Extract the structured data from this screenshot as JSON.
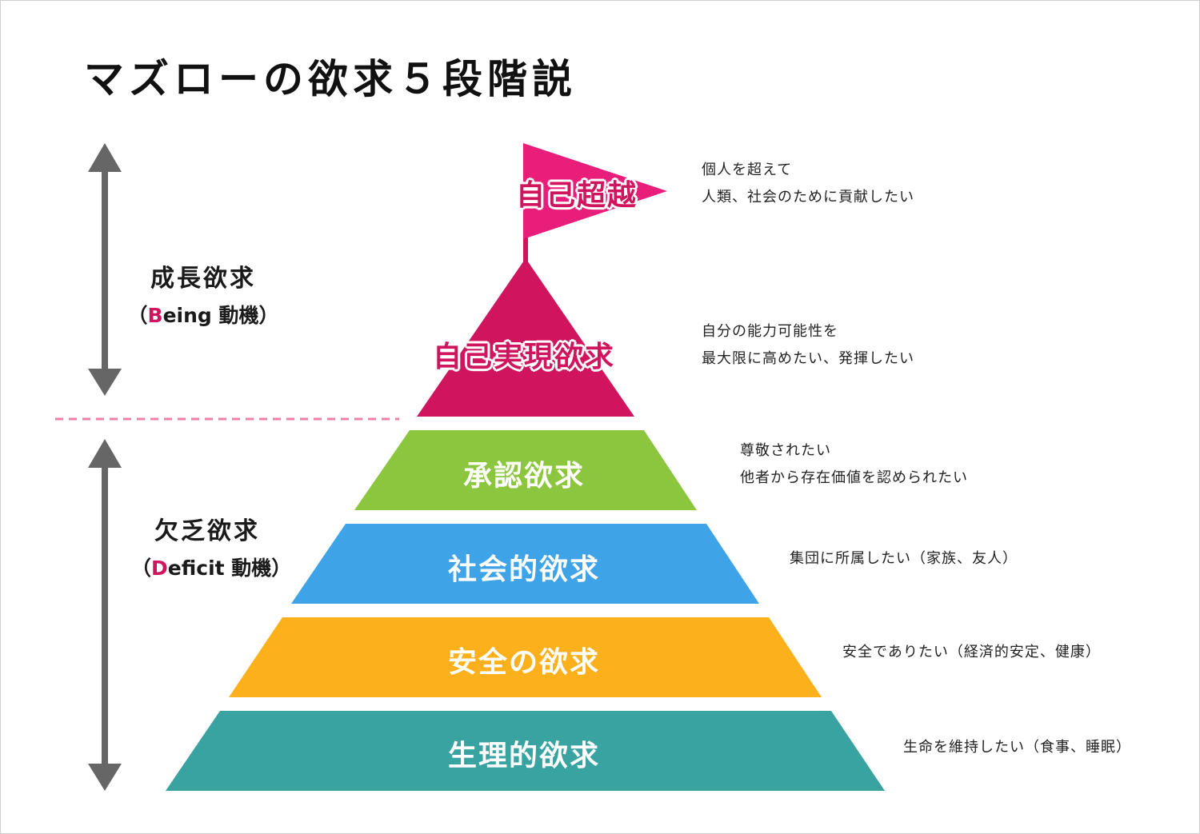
{
  "title": "マズローの欲求５段階説",
  "groups": {
    "being": {
      "label": "成長欲求",
      "sub_open": "（",
      "sub_key": "B",
      "sub_rest": "eing 動機）"
    },
    "deficit": {
      "label": "欠乏欲求",
      "sub_open": "（",
      "sub_key": "D",
      "sub_rest": "eficit 動機）"
    }
  },
  "levels": {
    "transcendence": {
      "label": "自己超越",
      "desc": [
        "個人を超えて",
        "人類、社会のために貢献したい"
      ]
    },
    "actualization": {
      "label": "自己実現欲求",
      "desc": [
        "自分の能力可能性を",
        "最大限に高めたい、発揮したい"
      ]
    },
    "esteem": {
      "label": "承認欲求",
      "desc": [
        "尊敬されたい",
        "他者から存在価値を認められたい"
      ]
    },
    "social": {
      "label": "社会的欲求",
      "desc": [
        "集団に所属したい（家族、友人）"
      ]
    },
    "safety": {
      "label": "安全の欲求",
      "desc": [
        "安全でありたい（経済的安定、健康）"
      ]
    },
    "physiological": {
      "label": "生理的欲求",
      "desc": [
        "生命を維持したい（食事、睡眠）"
      ]
    }
  },
  "colors": {
    "magenta": "#d0145d",
    "flag": "#e91e7b",
    "green": "#8cc63f",
    "blue": "#3fa3e8",
    "yellow": "#fcb11c",
    "teal": "#38a3a0",
    "arrow": "#666666",
    "divider": "#f07fa6"
  }
}
